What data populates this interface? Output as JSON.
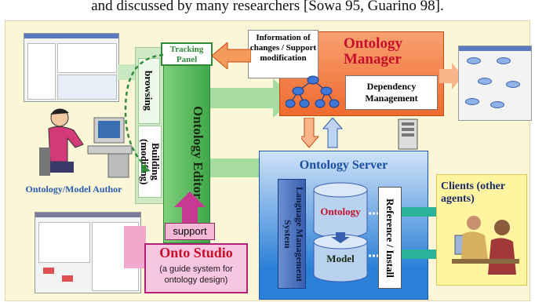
{
  "caption": "and discussed by many researchers [Sowa 95, Guarino 98].",
  "author_label": "Ontology/Model Author",
  "editor": {
    "title": "Ontology Editor",
    "browsing": "browsing",
    "building": "Building (modifing)",
    "tracking_panel": "Tracking Panel"
  },
  "manager": {
    "title": "Ontology Manager",
    "info": "Information of changes / Support modification",
    "dependency": "Dependency Management"
  },
  "server": {
    "title": "Ontology Server",
    "lms": "Language Management System",
    "ontology": "Ontology",
    "model": "Model",
    "reference": "Reference / Install"
  },
  "clients": "Clients (other agents)",
  "support": "support",
  "studio": {
    "title": "Onto Studio",
    "subtitle": "(a guide system for ontology design)"
  },
  "colors": {
    "editor_green": "#3fa84a",
    "manager_orange": "#ef6a2e",
    "server_blue": "#2a7fd6",
    "studio_pink": "#e5369a",
    "clients_yellow": "#fff4a0",
    "arrow_green": "#a6dca0"
  }
}
